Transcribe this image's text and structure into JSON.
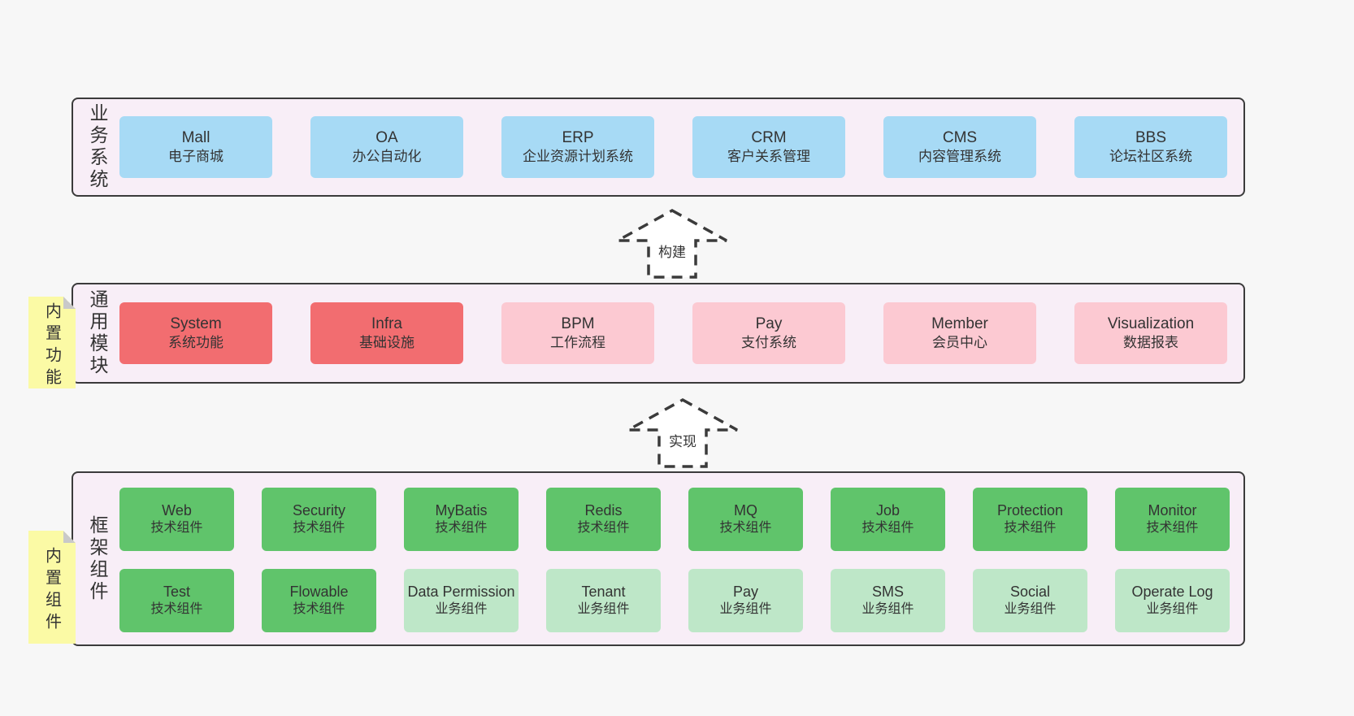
{
  "colors": {
    "page_bg": "#f7f7f7",
    "band_bg": "#f8eef7",
    "line": "#3b3b3b",
    "blue": "#a7daf5",
    "red": "#f26d70",
    "pink": "#fcc9d2",
    "green": "#60c46b",
    "lightgreen": "#bee7c8",
    "sticky": "#fbfaa5",
    "fold": "#c9c9c9",
    "text": "#333333"
  },
  "arrows": [
    {
      "label": "构建"
    },
    {
      "label": "实现"
    }
  ],
  "bands": [
    {
      "id": "business-systems",
      "label": "业务系统",
      "sticky": null,
      "boxes": [
        {
          "en": "Mall",
          "zh": "电子商城",
          "variant": "blue"
        },
        {
          "en": "OA",
          "zh": "办公自动化",
          "variant": "blue"
        },
        {
          "en": "ERP",
          "zh": "企业资源计划系统",
          "variant": "blue"
        },
        {
          "en": "CRM",
          "zh": "客户关系管理",
          "variant": "blue"
        },
        {
          "en": "CMS",
          "zh": "内容管理系统",
          "variant": "blue"
        },
        {
          "en": "BBS",
          "zh": "论坛社区系统",
          "variant": "blue"
        }
      ]
    },
    {
      "id": "common-modules",
      "label": "通用模块",
      "sticky": "内置功能",
      "boxes": [
        {
          "en": "System",
          "zh": "系统功能",
          "variant": "red"
        },
        {
          "en": "Infra",
          "zh": "基础设施",
          "variant": "red"
        },
        {
          "en": "BPM",
          "zh": "工作流程",
          "variant": "pink"
        },
        {
          "en": "Pay",
          "zh": "支付系统",
          "variant": "pink"
        },
        {
          "en": "Member",
          "zh": "会员中心",
          "variant": "pink"
        },
        {
          "en": "Visualization",
          "zh": "数据报表",
          "variant": "pink"
        }
      ]
    },
    {
      "id": "framework-components",
      "label": "框架组件",
      "sticky": "内置组件",
      "rows": [
        [
          {
            "en": "Web",
            "zh": "技术组件",
            "variant": "green"
          },
          {
            "en": "Security",
            "zh": "技术组件",
            "variant": "green"
          },
          {
            "en": "MyBatis",
            "zh": "技术组件",
            "variant": "green"
          },
          {
            "en": "Redis",
            "zh": "技术组件",
            "variant": "green"
          },
          {
            "en": "MQ",
            "zh": "技术组件",
            "variant": "green"
          },
          {
            "en": "Job",
            "zh": "技术组件",
            "variant": "green"
          },
          {
            "en": "Protection",
            "zh": "技术组件",
            "variant": "green"
          },
          {
            "en": "Monitor",
            "zh": "技术组件",
            "variant": "green"
          }
        ],
        [
          {
            "en": "Test",
            "zh": "技术组件",
            "variant": "green"
          },
          {
            "en": "Flowable",
            "zh": "技术组件",
            "variant": "green"
          },
          {
            "en": "Data Permission",
            "zh": "业务组件",
            "variant": "lightgreen"
          },
          {
            "en": "Tenant",
            "zh": "业务组件",
            "variant": "lightgreen"
          },
          {
            "en": "Pay",
            "zh": "业务组件",
            "variant": "lightgreen"
          },
          {
            "en": "SMS",
            "zh": "业务组件",
            "variant": "lightgreen"
          },
          {
            "en": "Social",
            "zh": "业务组件",
            "variant": "lightgreen"
          },
          {
            "en": "Operate Log",
            "zh": "业务组件",
            "variant": "lightgreen"
          }
        ]
      ]
    }
  ]
}
